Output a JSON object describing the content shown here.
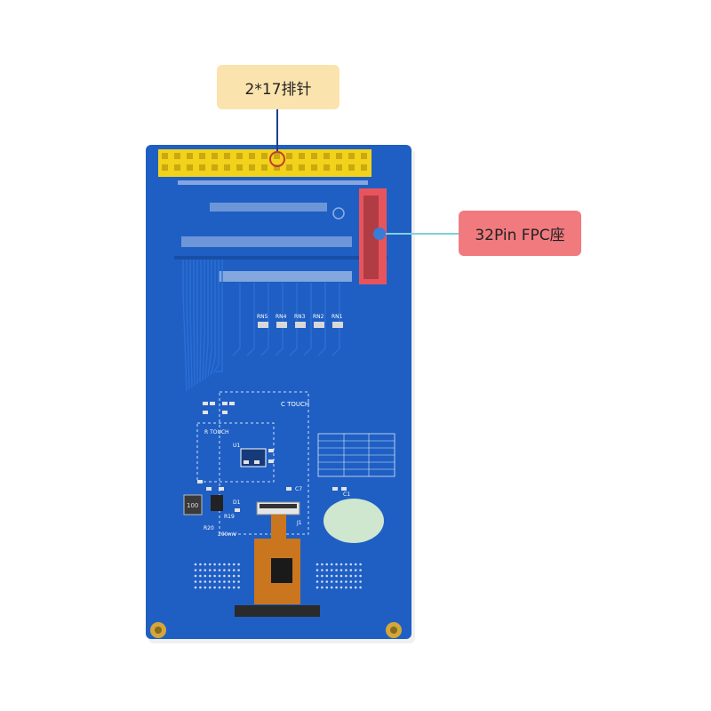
{
  "colors": {
    "board": "#1f5fc4",
    "board_dark": "#184ea6",
    "trace": "#2b6fd6",
    "header_pins": "#f2d21a",
    "fpc_highlight": "#e8545c",
    "callout_header_bg": "#fbe3ae",
    "callout_fpc_bg": "#f07a7e",
    "pointer_line": "#1e3f8a",
    "fpc_pointer_line": "#7fd0dc",
    "gold": "#d4a73a",
    "flex_cable": "#c9761f",
    "sticker": "#cfe6cf"
  },
  "callouts": {
    "header": {
      "label": "2*17排针",
      "icon": "pin-header-marker-icon"
    },
    "fpc": {
      "label": "32Pin FPC座",
      "icon": "fpc-connector-marker-icon"
    }
  },
  "board": {
    "resistor_arrays": [
      "RN5",
      "RN4",
      "RN3",
      "RN2",
      "RN1"
    ],
    "c_touch_label": "C TOUCH",
    "r_touch_label": "R TOUCH",
    "chip_label": "U1",
    "fpc_small_label": "J1",
    "inductor_label": "100",
    "r19_label": "R19",
    "r20_label": "R20",
    "d1_label": "D1",
    "c1_label": "C1",
    "c7_label": "C7",
    "voltage_label": "200mV"
  }
}
